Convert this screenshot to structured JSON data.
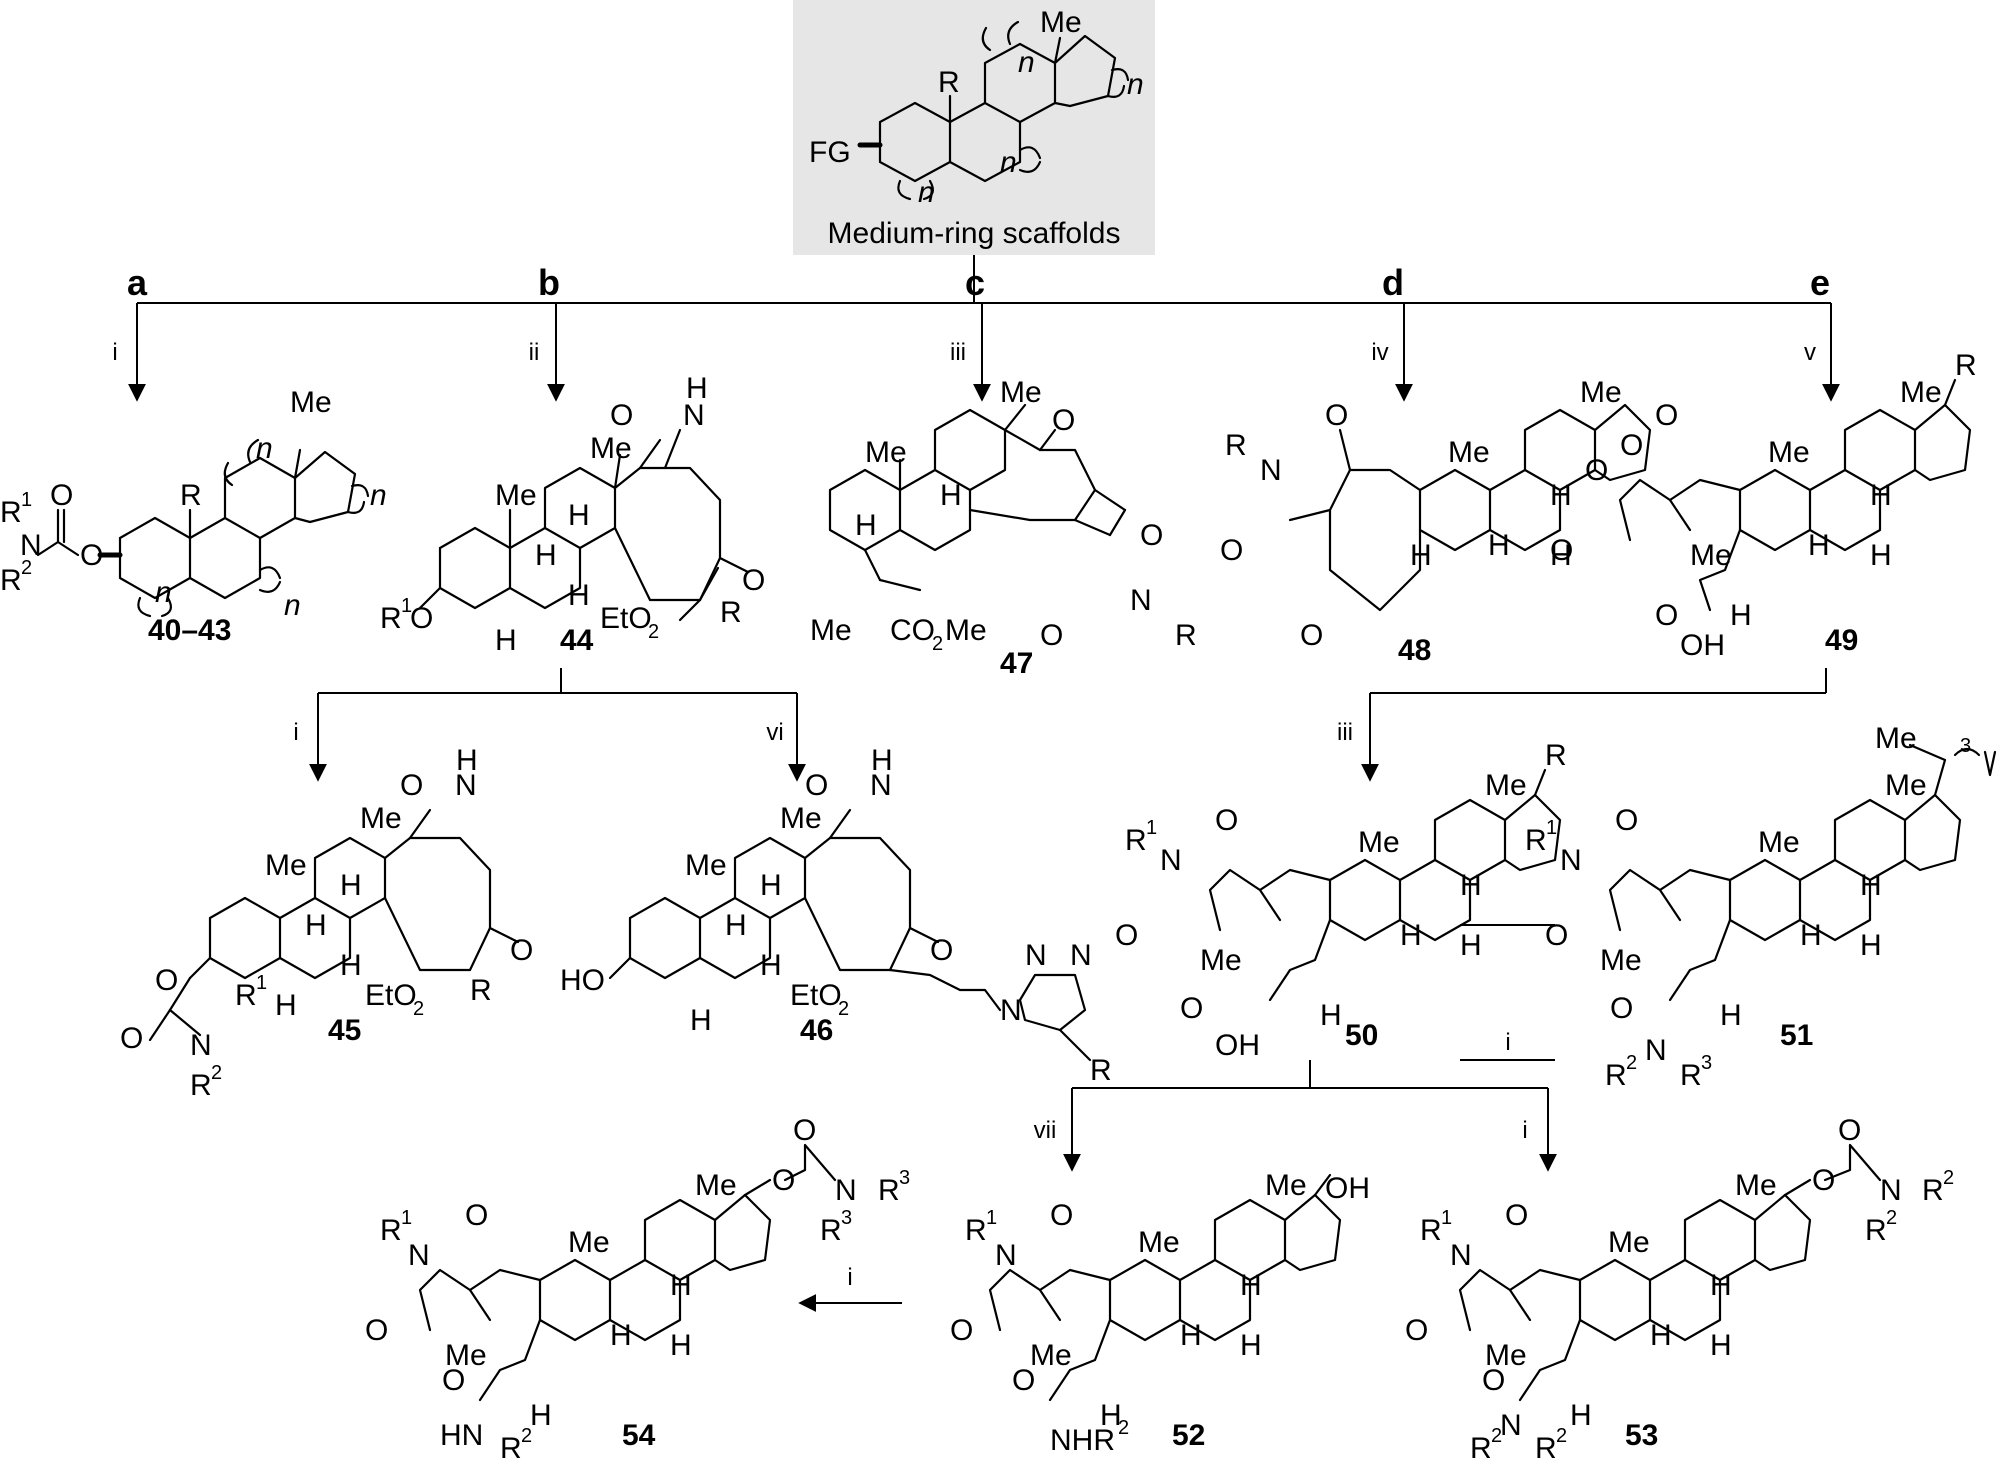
{
  "header": {
    "box_label": "Medium-ring scaffolds",
    "FG": "FG",
    "R": "R",
    "Me": "Me",
    "n": "n"
  },
  "routes": [
    "a",
    "b",
    "c",
    "d",
    "e"
  ],
  "steps": {
    "a": "i",
    "b": "ii",
    "c": "iii",
    "d": "iv",
    "e": "v",
    "44_to_45": "i",
    "44_to_46": "vi",
    "49_to_50": "iii",
    "50_to_51": "i",
    "50_to_52": "vii",
    "50_to_53": "i",
    "52_to_54": "i"
  },
  "compounds": {
    "c40": "40–43",
    "c44": "44",
    "c45": "45",
    "c46": "46",
    "c47": "47",
    "c48": "48",
    "c49": "49",
    "c50": "50",
    "c51": "51",
    "c52": "52",
    "c53": "53",
    "c54": "54"
  },
  "atoms": {
    "Me": "Me",
    "H": "H",
    "R": "R",
    "O": "O",
    "N": "N",
    "OH": "OH",
    "HO": "HO",
    "EtO2C": "EtO",
    "CO2Me": "CO",
    "O2": "2",
    "Me2": "Me",
    "NHR": "NHR",
    "HN": "HN",
    "R1": "R",
    "R2": "R",
    "R3": "R",
    "one": "1",
    "two": "2",
    "three": "3",
    "n": "n",
    "N3": "N"
  }
}
